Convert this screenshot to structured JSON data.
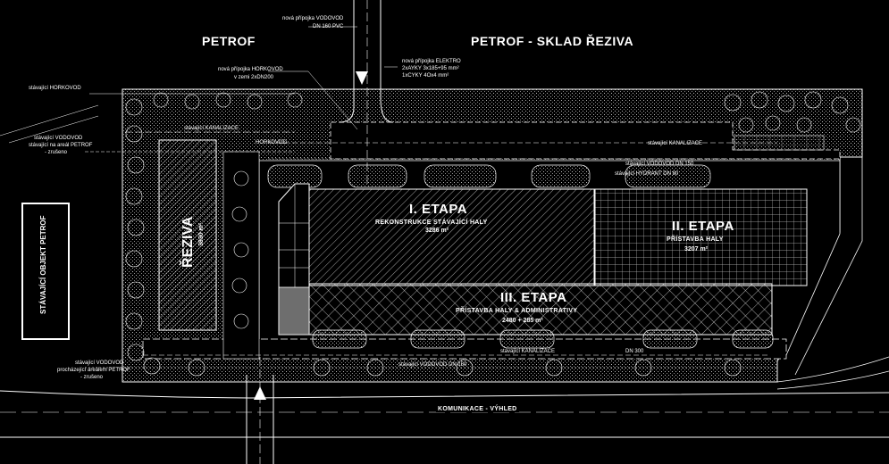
{
  "titles": {
    "petrof": "PETROF",
    "petrof_sklad": "PETROF - SKLAD ŘEZIVA"
  },
  "annotations": {
    "vodovod_new": "nová přípojka VODOVOD",
    "vodovod_dn": "DN 160 PVC",
    "elektro_1": "nová přípojka ELEKTRO",
    "elektro_2": "2xAYKY 3x185+95 mm²",
    "elektro_3": "1xCYKY 4Ox4 mm²",
    "horkovod_new": "nová přípojka HORKOVOD",
    "horkovod_zone": "v zemi 2xDN200",
    "horkovod_exist": "stávající HORKOVOD",
    "vodovod_exist_1": "stávající VODOVOD",
    "vodovod_exist_2": "stávající na areál PETROF",
    "vodovod_exist_3": "- zrušeno",
    "kanalizace_left": "stávající KANALIZACE",
    "kanalizace_right": "stávající KANALIZACE",
    "vodovod_dn150": "stávající VODOVOD DN 150",
    "hydrant": "stávající HYDRANT DN 80",
    "bottom_vodovod_1": "stávající VODOVOD",
    "bottom_vodovod_2": "procházející areálem PETROF",
    "bottom_vodovod_3": "- zrušeno",
    "bottom_vodovod_dn": "stávající VODOVOD DN 150",
    "bottom_kanalizace": "stávající KANALIZACE",
    "dn_label": "DN 300",
    "horkovod_small": "HORKOVOD"
  },
  "buildings": {
    "existing": "STÁVAJÍCÍ OBJEKT PETROF",
    "reziva_name": "ŘEZIVA",
    "reziva_area": "3830 m²"
  },
  "etapy": {
    "e1_title": "I. ETAPA",
    "e1_sub": "REKONSTRUKCE STÁVAJÍCÍ HALY",
    "e1_area": "3286 m²",
    "e2_title": "II. ETAPA",
    "e2_sub": "PŘÍSTAVBA HALY",
    "e2_area": "3207 m²",
    "e3_title": "III. ETAPA",
    "e3_sub": "PŘÍSTAVBA HALY & ADMINISTRATIVY",
    "e3_area": "2480 + 285 m²"
  },
  "road": {
    "name": "KOMUNIKACE - VÝHLED"
  },
  "colors": {
    "background": "#000000",
    "lines": "#ffffff",
    "admin_fill": "#6e6e6e"
  }
}
